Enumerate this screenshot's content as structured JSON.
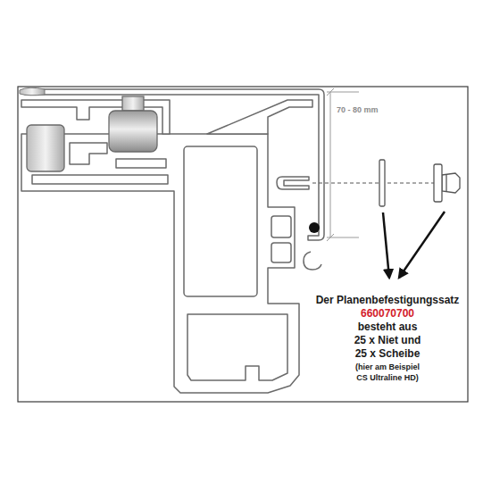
{
  "diagram": {
    "labels": [
      "70 - 80 mm",
      "Der Planenbefestigungssatz",
      "660070700",
      "besteht aus",
      "25 x Niet und",
      "25 x Scheibe",
      "(hier am Beispiel",
      "CS Ultraline HD)"
    ]
  }
}
